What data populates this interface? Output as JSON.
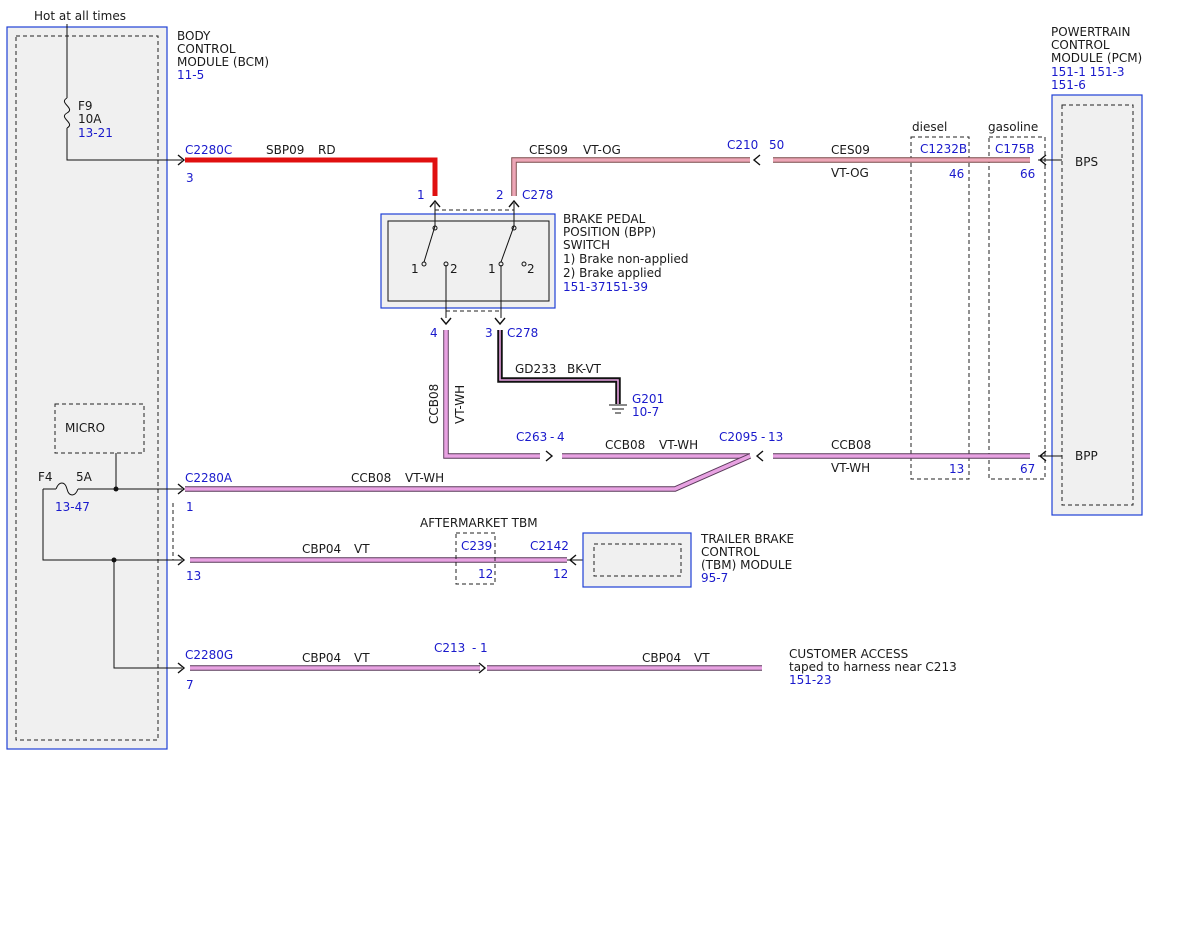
{
  "top_label": "Hot at all times",
  "bcm": {
    "l1": "BODY",
    "l2": "CONTROL",
    "l3": "MODULE (BCM)",
    "ref": "11-5"
  },
  "pcm": {
    "l1": "POWERTRAIN",
    "l2": "CONTROL",
    "l3": "MODULE (PCM)",
    "ref1": "151-1 151-3",
    "ref2": "151-6"
  },
  "fuse_f9": {
    "name": "F9",
    "rating": "10A",
    "ref": "13-21"
  },
  "fuse_f4": {
    "name": "F4",
    "rating": "5A",
    "ref": "13-47"
  },
  "micro": "MICRO",
  "bpp": {
    "l1": "BRAKE PEDAL",
    "l2": "POSITION (BPP)",
    "l3": "SWITCH",
    "l4": "1) Brake non-applied",
    "l5": "2) Brake applied",
    "ref": "151-37151-39"
  },
  "tbm": {
    "l1": "TRAILER BRAKE",
    "l2": "CONTROL",
    "l3": "(TBM) MODULE",
    "ref": "95-7"
  },
  "aftermarket": "AFTERMARKET TBM",
  "customer": {
    "l1": "CUSTOMER ACCESS",
    "l2": "taped to harness near C213",
    "ref": "151-23"
  },
  "diesel": "diesel",
  "gasoline": "gasoline",
  "pins": {
    "bps": "BPS",
    "bpp": "BPP"
  },
  "connectors": {
    "c2280c": "C2280C",
    "c2280c_pin": "3",
    "c2280a": "C2280A",
    "c2280a_pin": "1",
    "c2280a_13": "13",
    "c2280g": "C2280G",
    "c2280g_pin": "7",
    "c278_top": "C278",
    "c278_top_pin1": "1",
    "c278_top_pin2": "2",
    "c278_bot": "C278",
    "c278_bot_pin4": "4",
    "c278_bot_pin3": "3",
    "c210": "C210",
    "c210_pin": "50",
    "c1232b": "C1232B",
    "c1232b_pin46": "46",
    "c1232b_pin13": "13",
    "c175b": "C175B",
    "c175b_pin66": "66",
    "c175b_pin67": "67",
    "c263": "C263",
    "c263_pin": "4",
    "c2095": "C2095",
    "c2095_pin": "13",
    "c239": "C239",
    "c239_pin": "12",
    "c2142": "C2142",
    "c2142_pin": "12",
    "c213": "C213",
    "c213_pin": "1",
    "g201": "G201",
    "g201_ref": "10-7",
    "dash": "-"
  },
  "wires": {
    "sbp09": "SBP09",
    "rd": "RD",
    "ces09_a": "CES09",
    "vtog_a": "VT-OG",
    "ces09_b": "CES09",
    "vtog_b": "VT-OG",
    "gd233": "GD233",
    "bkvt": "BK-VT",
    "ccb08_v": "CCB08",
    "vtwh_v": "VT-WH",
    "ccb08_a": "CCB08",
    "vtwh_a": "VT-WH",
    "ccb08_b": "CCB08",
    "vtwh_b": "VT-WH",
    "ccb08_c": "CCB08",
    "vtwh_c": "VT-WH",
    "cbp04_a": "CBP04",
    "vt_a": "VT",
    "cbp04_b": "CBP04",
    "vt_b": "VT",
    "cbp04_c": "CBP04",
    "vt_c": "VT"
  },
  "switch_pins": {
    "s1a": "1",
    "s2a": "2",
    "s1b": "1",
    "s2b": "2"
  },
  "colors": {
    "red_wire": "#e01010",
    "violet_wire": "#e8a2e2",
    "orange_wire": "#eda6b6",
    "module_border": "#1f3fd6",
    "ref_text": "#1a1acc"
  }
}
